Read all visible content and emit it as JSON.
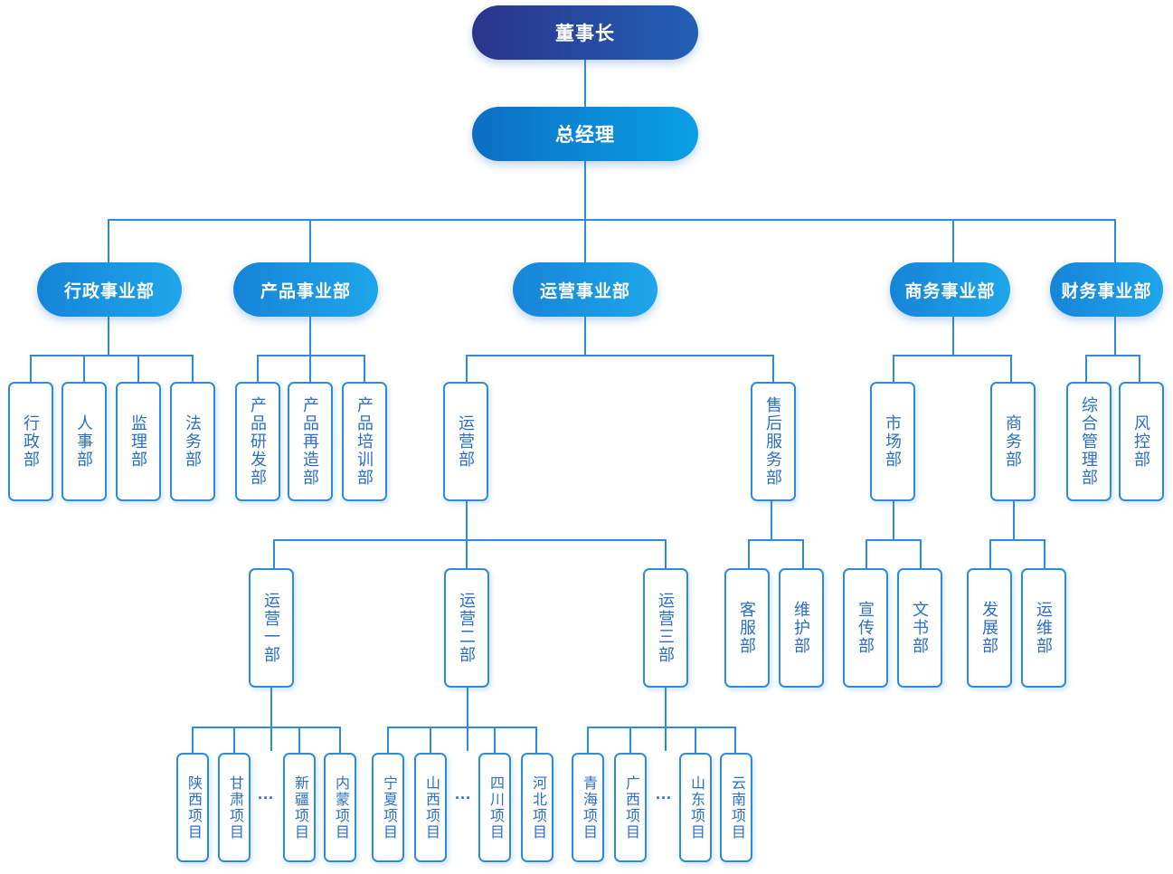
{
  "chairman": "董事长",
  "general_manager": "总经理",
  "divisions": {
    "admin": "行政事业部",
    "product": "产品事业部",
    "operations": "运营事业部",
    "business": "商务事业部",
    "finance": "财务事业部"
  },
  "departments": {
    "admin_office": "行政部",
    "hr": "人事部",
    "supervision": "监理部",
    "legal": "法务部",
    "product_rnd": "产品研发部",
    "product_remake": "产品再造部",
    "product_training": "产品培训部",
    "operations": "运营部",
    "after_sales": "售后服务部",
    "market": "市场部",
    "commerce": "商务部",
    "general_mgmt": "综合管理部",
    "risk_control": "风控部"
  },
  "sub_departments": {
    "ops_one": "运营一部",
    "ops_two": "运营二部",
    "ops_three": "运营三部",
    "customer_service": "客服部",
    "maintenance": "维护部",
    "publicity": "宣传部",
    "secretariat": "文书部",
    "development": "发展部",
    "ops_maintenance": "运维部"
  },
  "projects": {
    "shaanxi": "陕西项目",
    "gansu": "甘肃项目",
    "xinjiang": "新疆项目",
    "inner_mongolia": "内蒙项目",
    "ningxia": "宁夏项目",
    "shanxi": "山西项目",
    "sichuan": "四川项目",
    "hebei": "河北项目",
    "qinghai": "青海项目",
    "guangxi": "广西项目",
    "shandong": "山东项目",
    "yunnan": "云南项目"
  },
  "ellipsis": "···",
  "colors": {
    "line": "#2e8ce0",
    "box_border": "#2e8ce0",
    "box_text": "#2a6fc4",
    "chairman_gradient": [
      "#2a348a",
      "#2260b6"
    ],
    "gm_gradient": [
      "#0c6ec4",
      "#0aa0e6"
    ],
    "division_gradient": [
      "#1684d8",
      "#1ea6ea"
    ]
  }
}
